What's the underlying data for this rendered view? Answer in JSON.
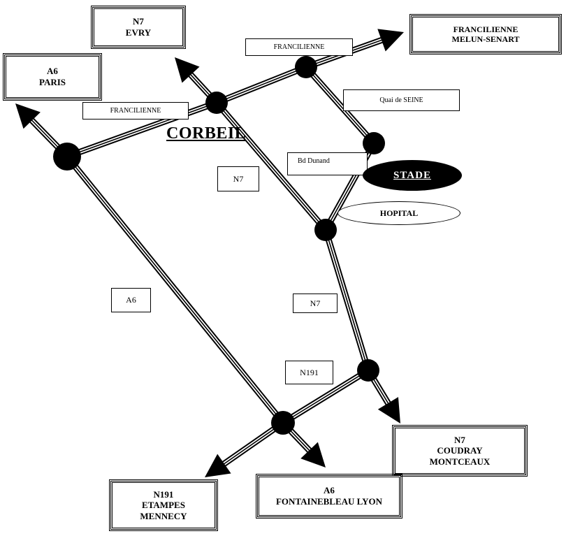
{
  "destinations": {
    "n7_evry": [
      "N7",
      "EVRY"
    ],
    "a6_paris": [
      "A6",
      "PARIS"
    ],
    "francilienne_melun": [
      "FRANCILIENNE",
      "MELUN-SENART"
    ],
    "n7_coudray": [
      "N7",
      "COUDRAY",
      "MONTCEAUX"
    ],
    "n191_etampes": [
      "N191",
      "ETAMPES",
      "MENNECY"
    ],
    "a6_fontainebleau": [
      "A6",
      "FONTAINEBLEAU LYON"
    ]
  },
  "road_labels": {
    "francilienne_top": "FRANCILIENNE",
    "francilienne_left": "FRANCILIENNE",
    "quai_de_seine": "Quai de SEINE",
    "bd_dunand": "Bd Dunand",
    "n7_upper": "N7",
    "n7_lower": "N7",
    "a6": "A6",
    "n191": "N191"
  },
  "city": "CORBEIL",
  "places": {
    "stade": "STADE",
    "hopital": "HOPITAL"
  }
}
